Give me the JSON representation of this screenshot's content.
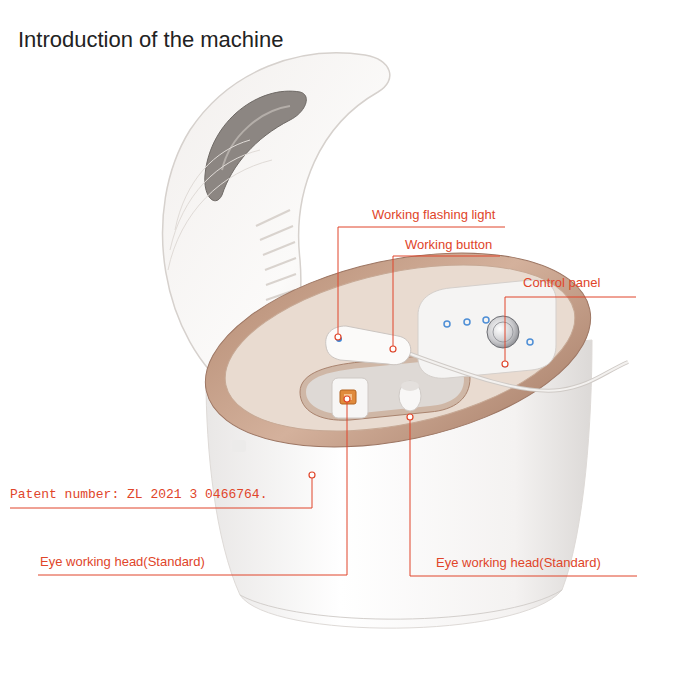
{
  "diagram": {
    "title": "Introduction of the machine",
    "labels": [
      "Working flashing light",
      "Working button",
      "Control panel",
      "Patent number: ZL 2021 3 0466764.",
      "Eye working head(Standard)",
      "Eye working head(Standard)"
    ]
  }
}
